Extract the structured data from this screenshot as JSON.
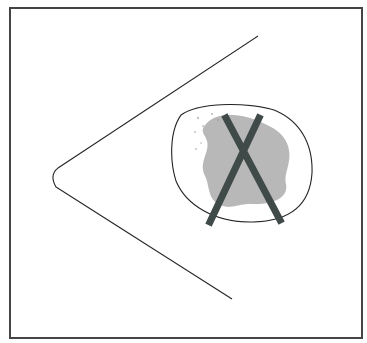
{
  "diagram": {
    "elements": [
      "frame",
      "wedge-outline",
      "circle-outline",
      "gray-blob",
      "dark-x"
    ],
    "colors": {
      "background": "#ffffff",
      "frame": "#444444",
      "outline": "#222222",
      "blob": "#b8b8b8",
      "x": "#3f4a49"
    }
  }
}
